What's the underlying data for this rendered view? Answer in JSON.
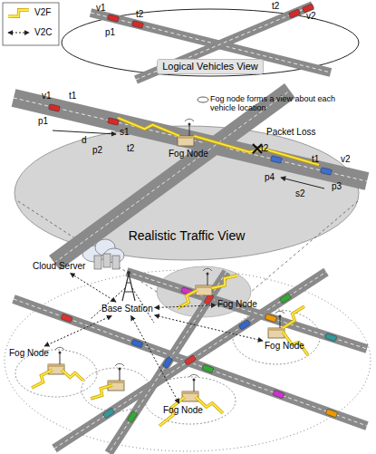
{
  "diagram": {
    "nodes": [
      {
        "text": [
          "Logical Vehicles View"
        ]
      },
      {
        "text": [
          "Realistic Traffic View"
        ]
      },
      {
        "text": [
          "Fog Node"
        ],
        "in": 1
      },
      {
        "text": [
          "Cloud Server"
        ]
      },
      {
        "text": [
          "Base Station"
        ]
      },
      {
        "text": [
          "Fog Node"
        ]
      },
      {
        "text": [
          "Fog Node"
        ]
      },
      {
        "text": [
          "Fog Node"
        ]
      },
      {
        "text": [
          "Fog Node"
        ]
      }
    ],
    "edges": [
      {
        "from": 4,
        "to": 3,
        "arrow": "both"
      },
      {
        "from": 4,
        "to": 5,
        "arrow": "both"
      },
      {
        "from": 4,
        "to": 6,
        "arrow": "both"
      },
      {
        "from": 4,
        "to": 7,
        "arrow": "both"
      },
      {
        "from": 4,
        "to": 8,
        "arrow": "both"
      }
    ],
    "labels": [
      "v1",
      "t2",
      "p1",
      "t2",
      "v2",
      "v1",
      "t1",
      "p1",
      "d",
      "s1",
      "t2",
      "p2",
      "Fog node forms a view about each vehicle location",
      "Packet Loss",
      "t1",
      "v2",
      "s2",
      "p3",
      "t2",
      "p4"
    ],
    "legend": [
      {
        "text": "V2F"
      },
      {
        "text": "V2C"
      }
    ]
  }
}
